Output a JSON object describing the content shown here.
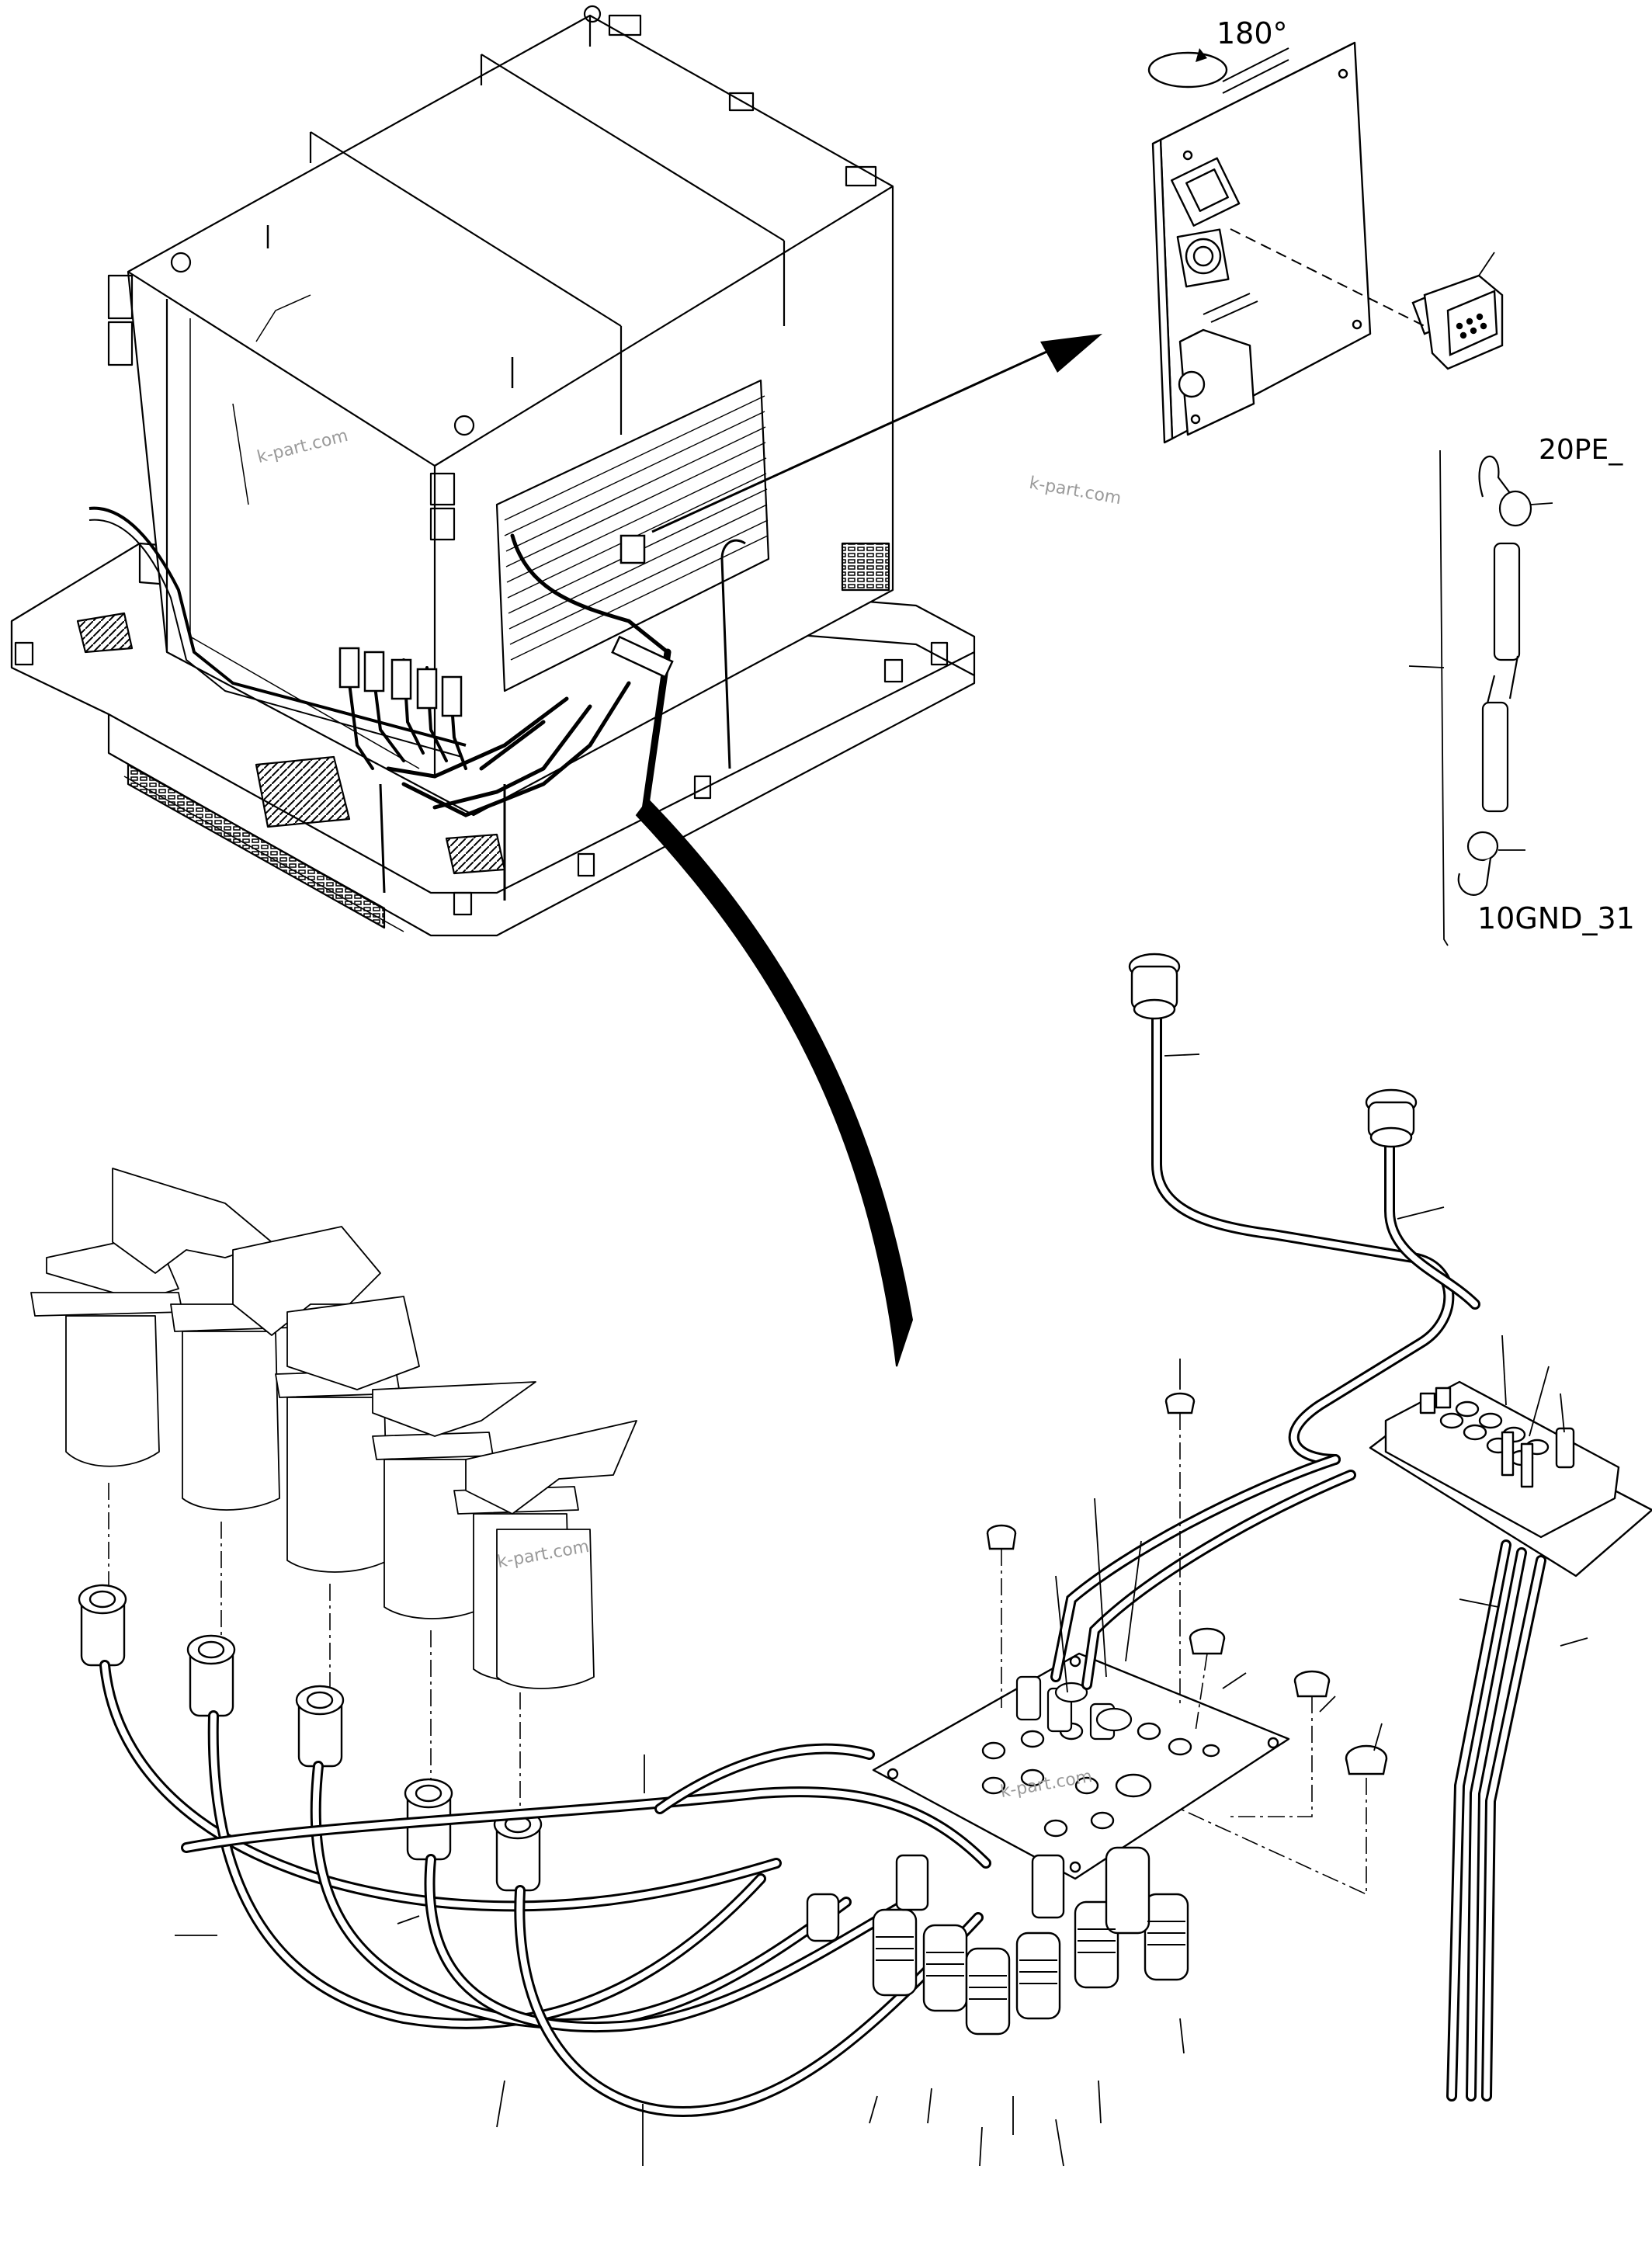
{
  "labels": {
    "rotation": "180°",
    "cable_top": "20PE_",
    "cable_bottom": "10GND_31"
  },
  "watermarks": [
    "k-part.com",
    "k-part.com",
    "k-part.com",
    "k-part.com"
  ],
  "colors": {
    "ink": "#000000",
    "paper": "#ffffff",
    "watermark": "#9a9a9a"
  }
}
